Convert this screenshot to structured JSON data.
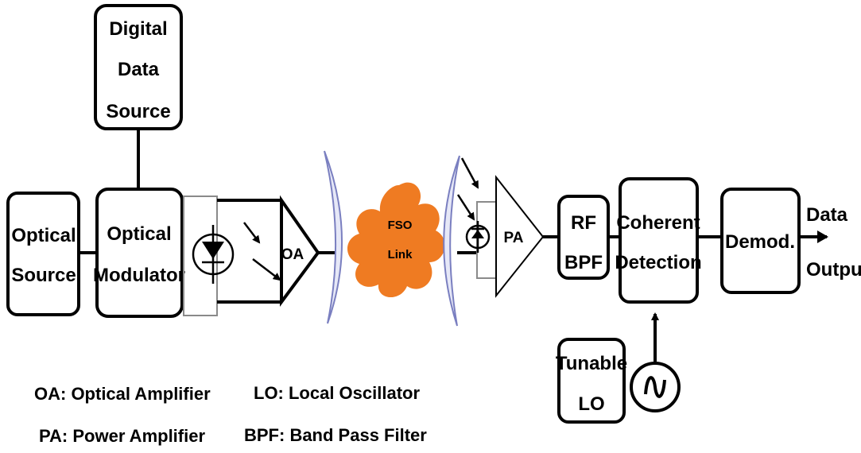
{
  "blocks": {
    "digital_data_source": [
      "Digital",
      "Data",
      "Source"
    ],
    "optical_source": [
      "Optical",
      "Source"
    ],
    "optical_modulator": [
      "Optical",
      "Modulator"
    ],
    "optical_amplifier": "OA",
    "fso_link": [
      "FSO",
      "Link"
    ],
    "power_amplifier": "PA",
    "rf_bpf": [
      "RF",
      "BPF"
    ],
    "coherent_detection": [
      "Coherent",
      "Detection"
    ],
    "demodulator": "Demod.",
    "data_output": [
      "Data",
      "Output"
    ],
    "tunable_lo": [
      "Tunable",
      "LO"
    ]
  },
  "legend": {
    "oa": "OA: Optical Amplifier",
    "pa": "PA: Power Amplifier",
    "lo": "LO: Local Oscillator",
    "bpf": "BPF: Band Pass Filter"
  },
  "colors": {
    "fso_cloud": "#ef7b22",
    "lens_fill": "#e6e8f7",
    "lens_stroke": "#7a7fc0"
  },
  "icons": [
    "laser-diode-icon",
    "photodiode-icon",
    "sine-wave-source-icon",
    "lens-icon",
    "arrow-icon"
  ]
}
